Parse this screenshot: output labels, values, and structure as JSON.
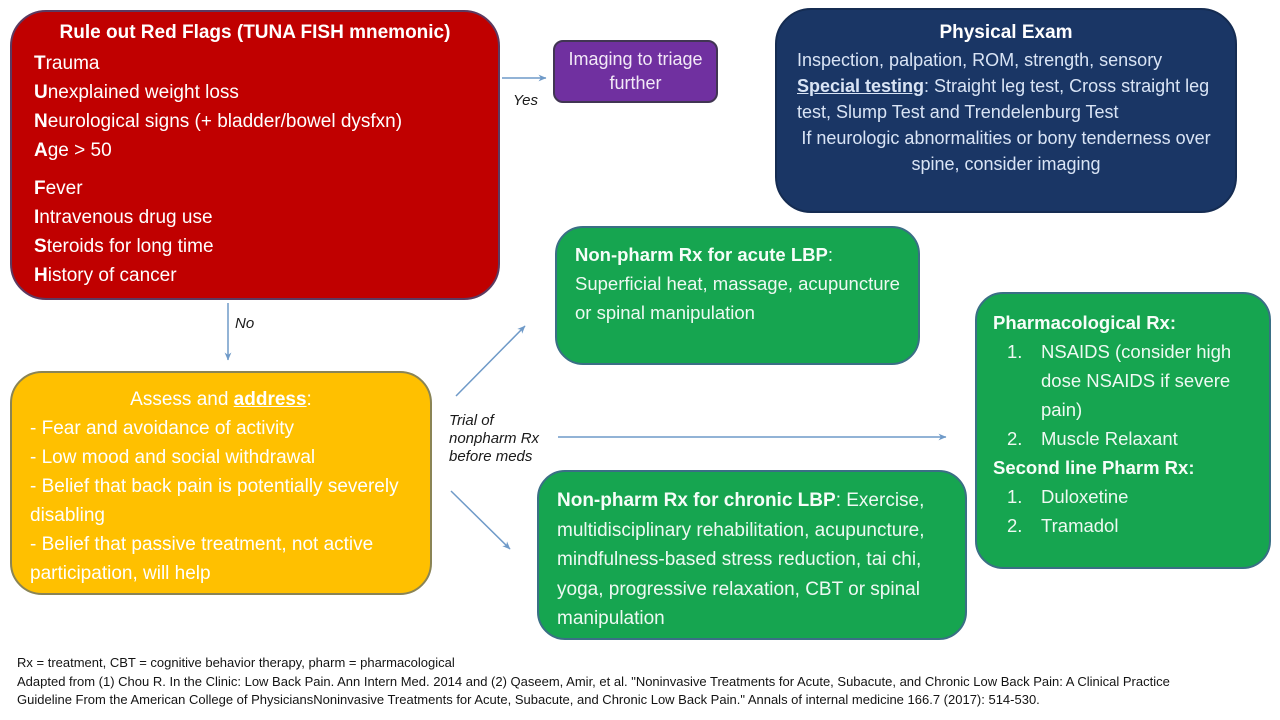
{
  "colors": {
    "red_box": "#C00000",
    "navy_box": "#1A3665",
    "purple_box": "#7030A0",
    "green_box": "#16A550",
    "yellow_box": "#FFC000",
    "arrow": "#6F9AC8"
  },
  "boxes": {
    "red_flags": {
      "title": "Rule out Red Flags (TUNA FISH mnemonic)",
      "items": [
        {
          "lead": "T",
          "rest": "rauma"
        },
        {
          "lead": "U",
          "rest": "nexplained weight loss"
        },
        {
          "lead": "N",
          "rest": "eurological signs (+ bladder/bowel dysfxn)"
        },
        {
          "lead": "A",
          "rest": "ge > 50"
        },
        {
          "lead": "F",
          "rest": "ever"
        },
        {
          "lead": "I",
          "rest": "ntravenous drug use"
        },
        {
          "lead": "S",
          "rest": "teroids for long time"
        },
        {
          "lead": "H",
          "rest": "istory of cancer"
        }
      ]
    },
    "imaging": {
      "label": "Imaging to triage further"
    },
    "physical_exam": {
      "title": "Physical Exam",
      "line1": "Inspection, palpation, ROM, strength, sensory",
      "special_label": "Special testing",
      "special_rest": ": Straight leg test, Cross straight leg test, Slump Test and Trendelenburg Test",
      "note": "If neurologic abnormalities or bony tenderness over spine, consider imaging"
    },
    "acute": {
      "title": "Non-pharm Rx for acute LBP",
      "title_suffix": ":",
      "body": "Superficial heat, massage, acupuncture or spinal manipulation"
    },
    "assess": {
      "title_prefix": "Assess and ",
      "title_underline": "address",
      "title_suffix": ":",
      "items": [
        "- Fear and avoidance of activity",
        "- Low mood and social withdrawal",
        "- Belief that back pain is potentially severely disabling",
        "- Belief that passive treatment, not active participation, will help"
      ]
    },
    "chronic": {
      "title": "Non-pharm Rx for chronic LBP",
      "title_suffix": ": ",
      "body": " Exercise, multidisciplinary rehabilitation, acupuncture, mindfulness-based stress reduction, tai chi, yoga, progressive relaxation, CBT or spinal manipulation"
    },
    "pharm": {
      "heading1": "Pharmacological Rx",
      "heading1_suffix": ":",
      "first_line_items": [
        {
          "num": "1.",
          "text": "NSAIDS (consider high dose NSAIDS if severe pain)"
        },
        {
          "num": "2.",
          "text": "Muscle Relaxant"
        }
      ],
      "heading2": "Second line Pharm Rx",
      "heading2_suffix": ":",
      "second_line_items": [
        {
          "num": "1.",
          "text": "Duloxetine"
        },
        {
          "num": "2.",
          "text": "Tramadol"
        }
      ]
    }
  },
  "labels": {
    "yes": "Yes",
    "no": "No",
    "trial_line1": "Trial of",
    "trial_line2": "nonpharm Rx",
    "trial_line3": "before meds"
  },
  "footnotes": {
    "line1": "Rx = treatment, CBT = cognitive behavior therapy, pharm = pharmacological",
    "line2": "Adapted from (1) Chou R. In the Clinic: Low Back Pain. Ann Intern Med. 2014 and (2) Qaseem, Amir, et al. \"Noninvasive Treatments for Acute, Subacute, and Chronic Low Back Pain: A Clinical Practice",
    "line3": "Guideline From the American College of PhysiciansNoninvasive Treatments for Acute, Subacute, and Chronic Low Back Pain.\" Annals of internal medicine 166.7 (2017): 514-530."
  }
}
